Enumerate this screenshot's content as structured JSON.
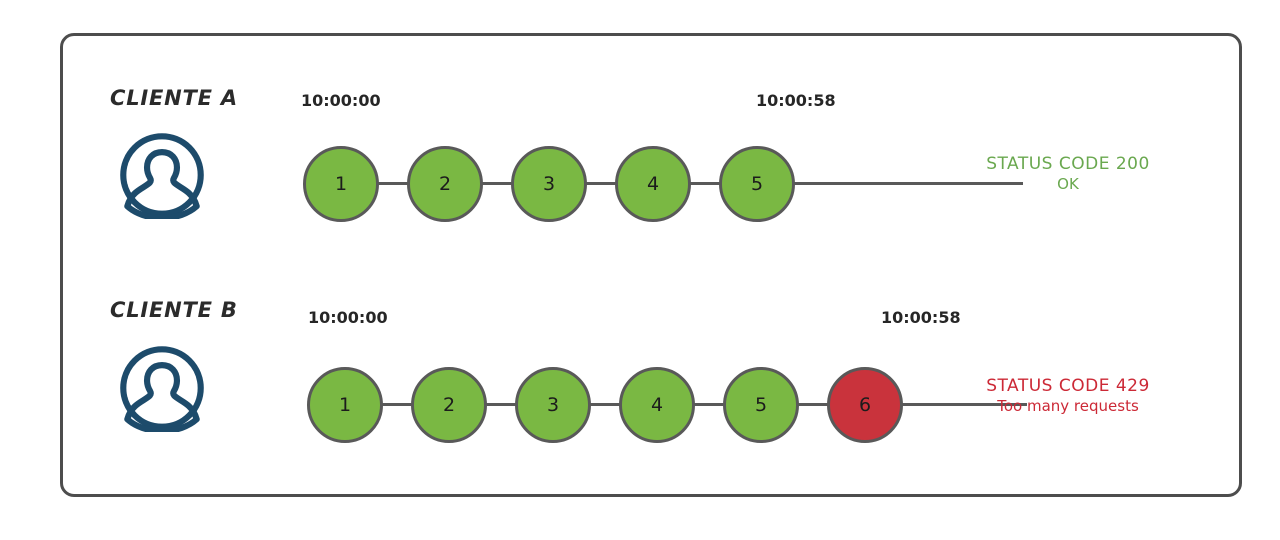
{
  "diagram": {
    "title_present": false,
    "colors": {
      "ok_fill": "#7ab843",
      "error_fill": "#c9333c",
      "node_stroke": "#595959",
      "card_border": "#4d4d4d",
      "avatar": "#1d4b6b",
      "ok_text": "#6aa84f",
      "error_text": "#cc2936"
    },
    "rows": [
      {
        "id": "cliente-a",
        "label": "CLIENTE A",
        "avatar_icon": "user-avatar-icon",
        "start_time": "10:00:00",
        "end_time": "10:00:58",
        "nodes": [
          {
            "label": "1",
            "state": "ok"
          },
          {
            "label": "2",
            "state": "ok"
          },
          {
            "label": "3",
            "state": "ok"
          },
          {
            "label": "4",
            "state": "ok"
          },
          {
            "label": "5",
            "state": "ok"
          }
        ],
        "status": {
          "state": "ok",
          "line1": "STATUS CODE 200",
          "line2": "OK"
        }
      },
      {
        "id": "cliente-b",
        "label": "CLIENTE B",
        "avatar_icon": "user-avatar-icon",
        "start_time": "10:00:00",
        "end_time": "10:00:58",
        "nodes": [
          {
            "label": "1",
            "state": "ok"
          },
          {
            "label": "2",
            "state": "ok"
          },
          {
            "label": "3",
            "state": "ok"
          },
          {
            "label": "4",
            "state": "ok"
          },
          {
            "label": "5",
            "state": "ok"
          },
          {
            "label": "6",
            "state": "err"
          }
        ],
        "status": {
          "state": "err",
          "line1": "STATUS CODE 429",
          "line2": "Too many requests"
        }
      }
    ]
  }
}
